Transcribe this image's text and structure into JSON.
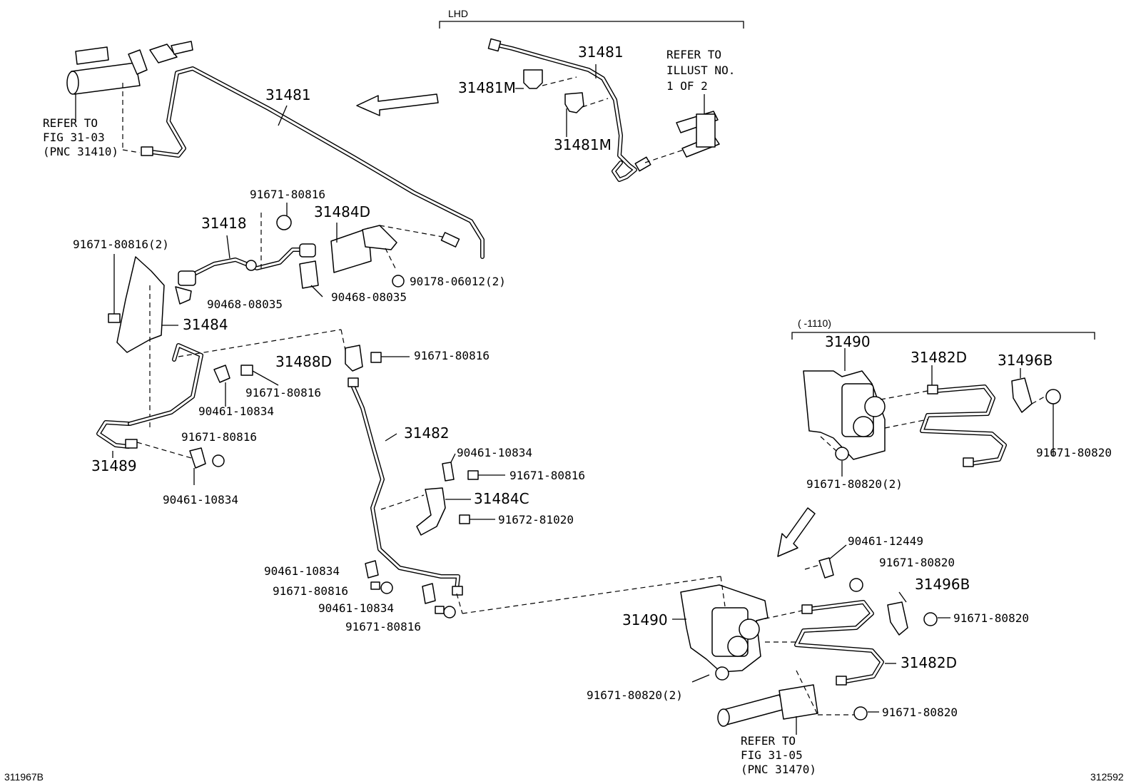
{
  "labels": {
    "lhd": "LHD",
    "top_31481": "31481",
    "top_31481m_a": "31481M",
    "top_31481m_b": "31481M",
    "refer_illust_1": "REFER TO",
    "refer_illust_2": "ILLUST NO.",
    "refer_illust_3": "1 OF 2",
    "main_31481": "31481",
    "refer_fig3103_1": "REFER TO",
    "refer_fig3103_2": "FIG 31-03",
    "refer_fig3103_3": "(PNC 31410)",
    "p91671_80816_a": "91671-80816",
    "p31418": "31418",
    "p31484d": "31484D",
    "p91671_80816_2": "91671-80816(2)",
    "p90468_08035_a": "90468-08035",
    "p90468_08035_b": "90468-08035",
    "p90178_06012_2": "90178-06012(2)",
    "p31484": "31484",
    "p31488d": "31488D",
    "p91671_80816_b": "91671-80816",
    "p91671_80816_c": "91671-80816",
    "p90461_10834_a": "90461-10834",
    "p91671_80816_d": "91671-80816",
    "p31489": "31489",
    "p90461_10834_b": "90461-10834",
    "p31482": "31482",
    "p90461_10834_c": "90461-10834",
    "p91671_80816_e": "91671-80816",
    "p31484c": "31484C",
    "p91672_81020": "91672-81020",
    "p90461_10834_d": "90461-10834",
    "p91671_80816_f": "91671-80816",
    "p90461_10834_e": "90461-10834",
    "p91671_80816_g": "91671-80816",
    "range_1110": "(    -1110)",
    "r_31490": "31490",
    "r_31482d": "31482D",
    "r_31496b": "31496B",
    "r_91671_80820": "91671-80820",
    "r_91671_80820_2": "91671-80820(2)",
    "b_90461_12449": "90461-12449",
    "b_91671_80820_a": "91671-80820",
    "b_31496b": "31496B",
    "b_91671_80820_b": "91671-80820",
    "b_31490": "31490",
    "b_31482d": "31482D",
    "b_91671_80820_2": "91671-80820(2)",
    "b_91671_80820_c": "91671-80820",
    "refer_fig3105_1": "REFER TO",
    "refer_fig3105_2": "FIG 31-05",
    "refer_fig3105_3": "(PNC 31470)",
    "code_left": "311967B",
    "code_right": "312592"
  }
}
